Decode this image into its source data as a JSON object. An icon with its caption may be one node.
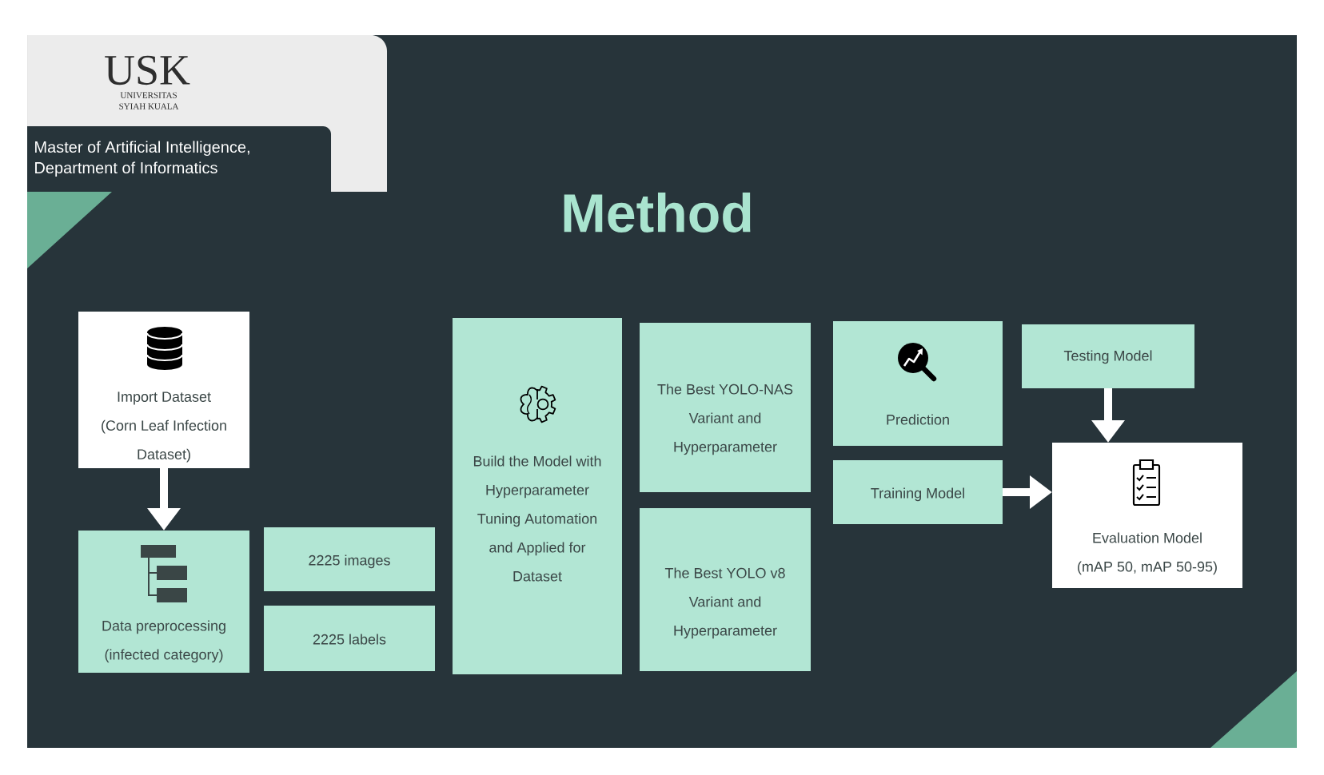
{
  "diagram": {
    "title": "Method",
    "nodes": [
      {
        "text": [
          "Import Dataset",
          "(Corn Leaf Infection Dataset)"
        ]
      },
      {
        "text": [
          "Data preprocessing",
          "(infected category)"
        ]
      },
      {
        "text": [
          "2225 images"
        ]
      },
      {
        "text": [
          "2225 labels"
        ]
      },
      {
        "text": [
          "Build the Model with Hyperparameter Tuning Automation and Applied for Dataset"
        ]
      },
      {
        "text": [
          "The Best YOLO-NAS Variant and Hyperparameter"
        ]
      },
      {
        "text": [
          "The Best YOLO v8 Variant and Hyperparameter"
        ]
      },
      {
        "text": [
          "Prediction"
        ]
      },
      {
        "text": [
          "Testing Model"
        ]
      },
      {
        "text": [
          "Training Model"
        ]
      },
      {
        "text": [
          "Evaluation Model",
          "(mAP 50, mAP 50-95)"
        ]
      }
    ],
    "edges": [
      {
        "from": 0,
        "to": 1,
        "arrow": "to"
      },
      {
        "from": 9,
        "to": 10,
        "arrow": "to"
      },
      {
        "from": 8,
        "to": 10,
        "arrow": "to"
      }
    ],
    "labels": [
      "USK",
      "UNIVERSITAS SYIAH KUALA",
      "Master of Artificial Intelligence, Department of Informatics"
    ]
  }
}
